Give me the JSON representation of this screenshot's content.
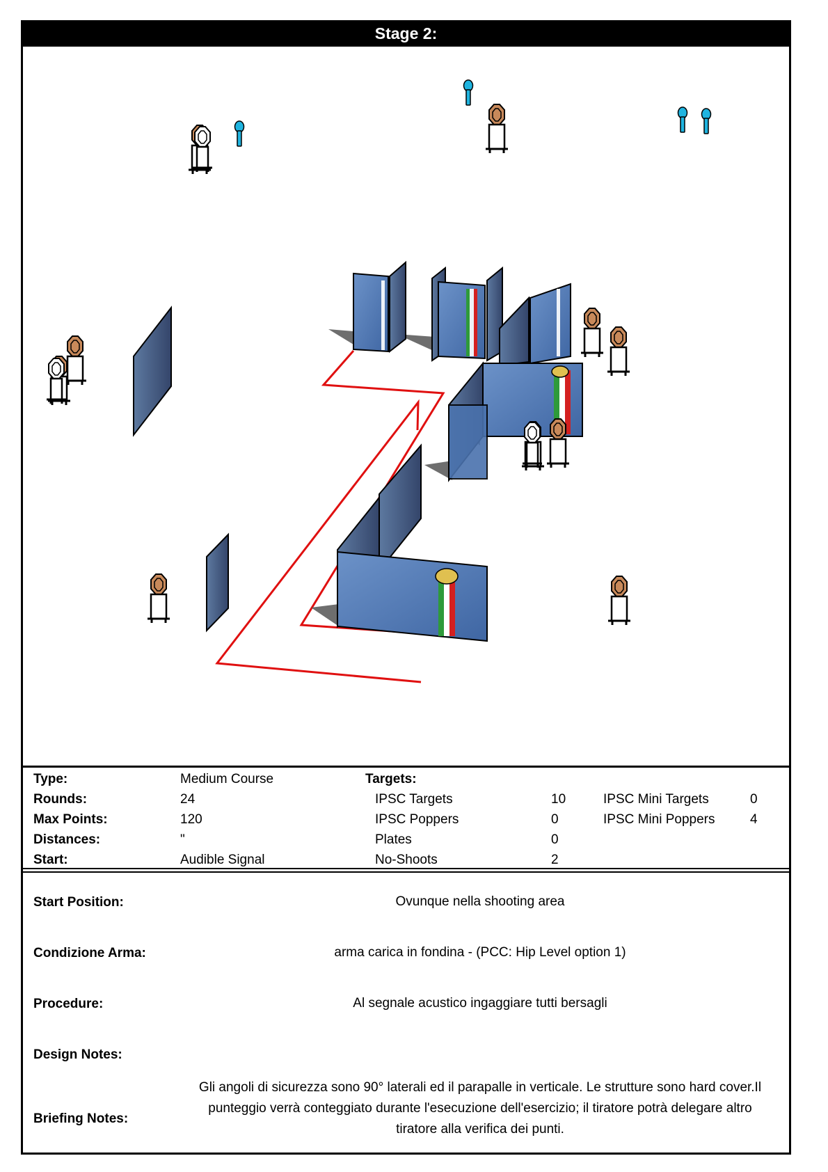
{
  "header": {
    "title": "Stage 2:"
  },
  "info": {
    "type_label": "Type:",
    "type_value": "Medium Course",
    "rounds_label": "Rounds:",
    "rounds_value": "24",
    "maxpoints_label": "Max Points:",
    "maxpoints_value": "120",
    "distances_label": "Distances:",
    "distances_value": "\"",
    "start_label": "Start:",
    "start_value": "Audible Signal",
    "targets_label": "Targets:",
    "ipsc_targets_label": "IPSC Targets",
    "ipsc_targets_value": "10",
    "ipsc_poppers_label": "IPSC Poppers",
    "ipsc_poppers_value": "0",
    "plates_label": "Plates",
    "plates_value": "0",
    "noshoots_label": "No-Shoots",
    "noshoots_value": "2",
    "mini_targets_label": "IPSC Mini Targets",
    "mini_targets_value": "0",
    "mini_poppers_label": "IPSC Mini Poppers",
    "mini_poppers_value": "4"
  },
  "briefing": {
    "start_position_label": "Start Position:",
    "start_position_value": "Ovunque nella shooting area",
    "condizione_label": "Condizione Arma:",
    "condizione_value": "arma carica in fondina - (PCC: Hip Level option 1)",
    "procedure_label": "Procedure:",
    "procedure_value": "Al segnale acustico ingaggiare tutti bersagli",
    "design_label": "Design Notes:",
    "design_value": "",
    "notes_label": "Briefing Notes:",
    "notes_value": "Gli angoli di sicurezza sono 90° laterali ed il parapalle in verticale. Le strutture sono hard cover.Il punteggio verrà conteggiato durante l'esecuzione dell'esercizio; il tiratore potrà delegare altro tiratore alla verifica  dei punti."
  },
  "colors": {
    "wall": "#4f7ab8",
    "fault_line": "#e01010",
    "target": "#c8895a",
    "popper": "#1fb4e0"
  }
}
